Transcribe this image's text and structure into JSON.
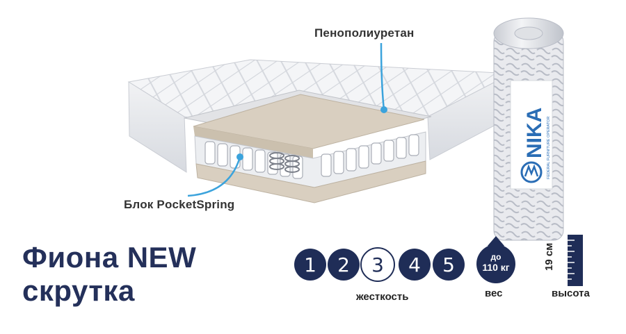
{
  "callouts": {
    "foam": "Пенополиуретан",
    "spring": "Блок PocketSpring"
  },
  "product": {
    "title_line1": "Фиона NEW",
    "title_line2": "скрутка"
  },
  "brand": {
    "logo_text": "NIKA",
    "tagline": "FEDERAL FURNITURE OPERATOR"
  },
  "stiffness": {
    "levels": [
      "1",
      "2",
      "3",
      "4",
      "5"
    ],
    "selected": 3,
    "caption": "жесткость"
  },
  "weight": {
    "prefix": "до",
    "value": "110 кг",
    "caption": "вес"
  },
  "height": {
    "value": "19 см",
    "caption": "высота"
  },
  "colors": {
    "navy": "#1f2d57",
    "title": "#24305a",
    "callout_line": "#3ba3dc",
    "foam": "#d9cfc0",
    "logo_blue": "#2a6db5"
  }
}
